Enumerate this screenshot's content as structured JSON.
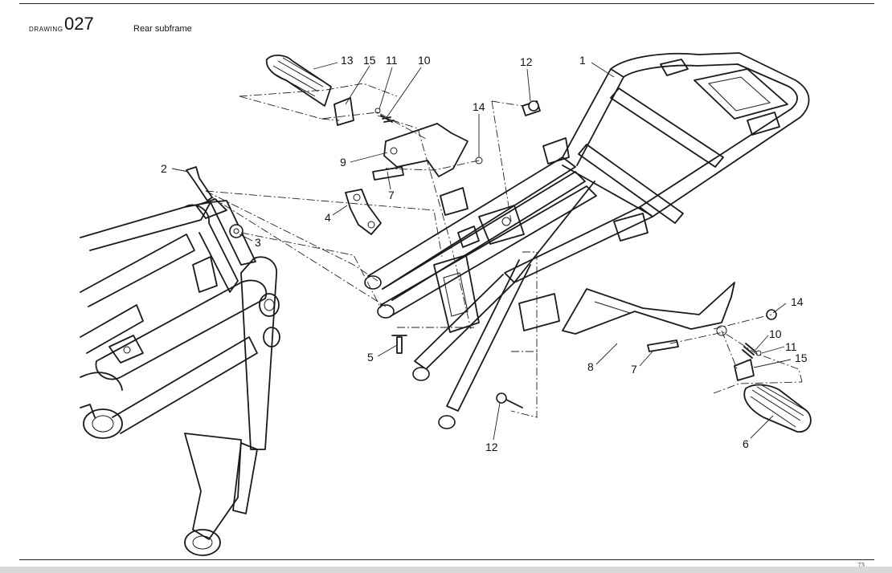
{
  "header": {
    "label": "DRAWING",
    "number": "027",
    "title": "Rear subframe"
  },
  "footer": {
    "page": "73"
  },
  "callouts": [
    {
      "id": "c13a",
      "text": "13"
    },
    {
      "id": "c15a",
      "text": "15"
    },
    {
      "id": "c11a",
      "text": "11"
    },
    {
      "id": "c10a",
      "text": "10"
    },
    {
      "id": "c12a",
      "text": "12"
    },
    {
      "id": "c1",
      "text": "1"
    },
    {
      "id": "c14a",
      "text": "14"
    },
    {
      "id": "c9",
      "text": "9"
    },
    {
      "id": "c7a",
      "text": "7"
    },
    {
      "id": "c2",
      "text": "2"
    },
    {
      "id": "c4",
      "text": "4"
    },
    {
      "id": "c3",
      "text": "3"
    },
    {
      "id": "c5",
      "text": "5"
    },
    {
      "id": "c14b",
      "text": "14"
    },
    {
      "id": "c10b",
      "text": "10"
    },
    {
      "id": "c11b",
      "text": "11"
    },
    {
      "id": "c15b",
      "text": "15"
    },
    {
      "id": "c8",
      "text": "8"
    },
    {
      "id": "c7b",
      "text": "7"
    },
    {
      "id": "c12b",
      "text": "12"
    },
    {
      "id": "c6",
      "text": "6"
    }
  ]
}
